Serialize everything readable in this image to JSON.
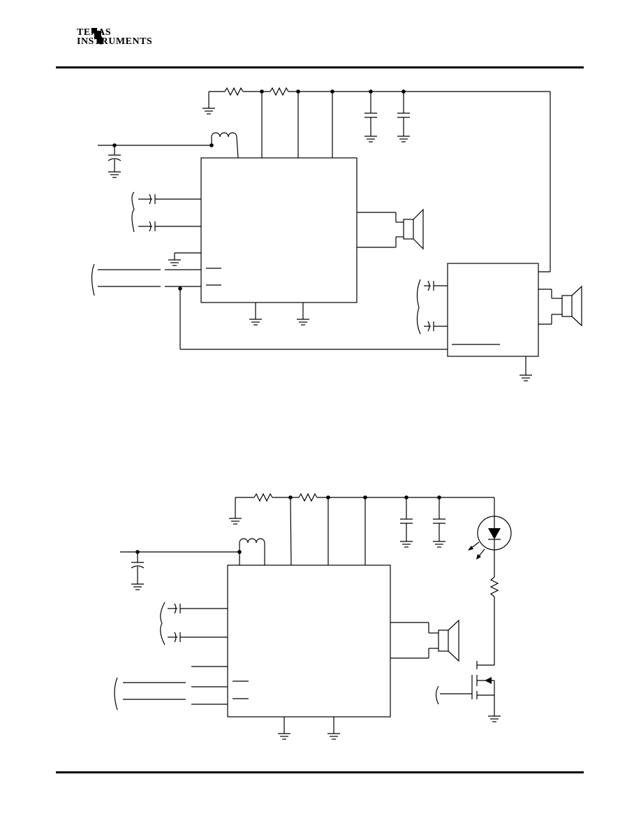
{
  "header": {
    "company_line1": "Texas",
    "company_line2": "Instruments",
    "logo_icon": "ti-logo-icon"
  },
  "figures": [
    {
      "name": "top-schematic",
      "description_visible": ""
    },
    {
      "name": "bottom-schematic",
      "description_visible": ""
    }
  ],
  "colors": {
    "ink": "#000000",
    "paper": "#ffffff"
  }
}
